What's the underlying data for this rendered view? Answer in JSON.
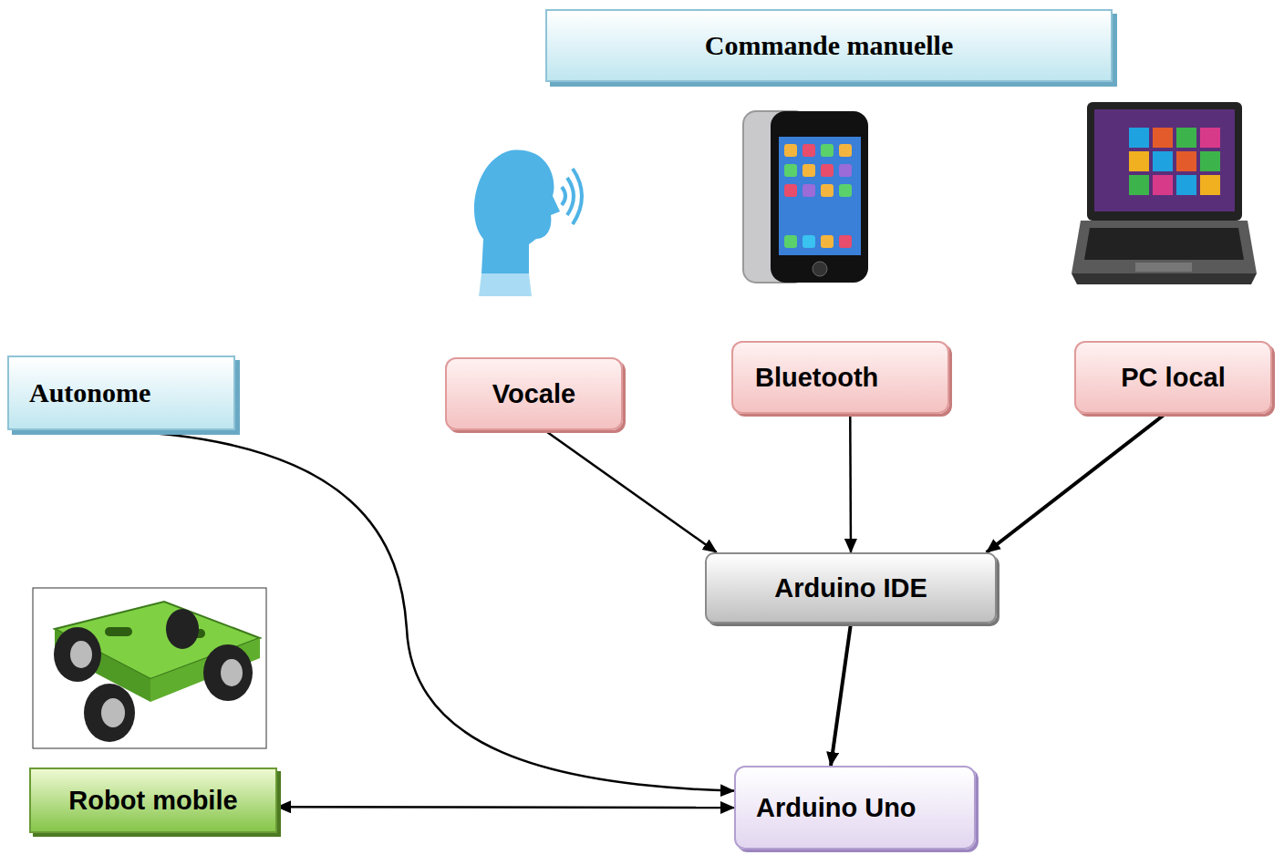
{
  "diagram": {
    "nodes": [
      {
        "text": [
          "Commande manuelle"
        ]
      },
      {
        "text": [
          "Autonome"
        ]
      },
      {
        "text": [
          "Vocale"
        ]
      },
      {
        "text": [
          "Bluetooth"
        ]
      },
      {
        "text": [
          "PC local"
        ]
      },
      {
        "text": [
          "Arduino IDE"
        ]
      },
      {
        "text": [
          "Robot mobile"
        ]
      },
      {
        "text": [
          "Arduino Uno"
        ]
      }
    ],
    "edges": [
      {
        "from": 2,
        "to": 5,
        "arrow": "to"
      },
      {
        "from": 3,
        "to": 5,
        "arrow": "to"
      },
      {
        "from": 4,
        "to": 5,
        "arrow": "to"
      },
      {
        "from": 5,
        "to": 7,
        "arrow": "to"
      },
      {
        "from": 1,
        "to": 7,
        "arrow": "to"
      },
      {
        "from": 6,
        "to": 7,
        "arrow": "both"
      }
    ]
  }
}
